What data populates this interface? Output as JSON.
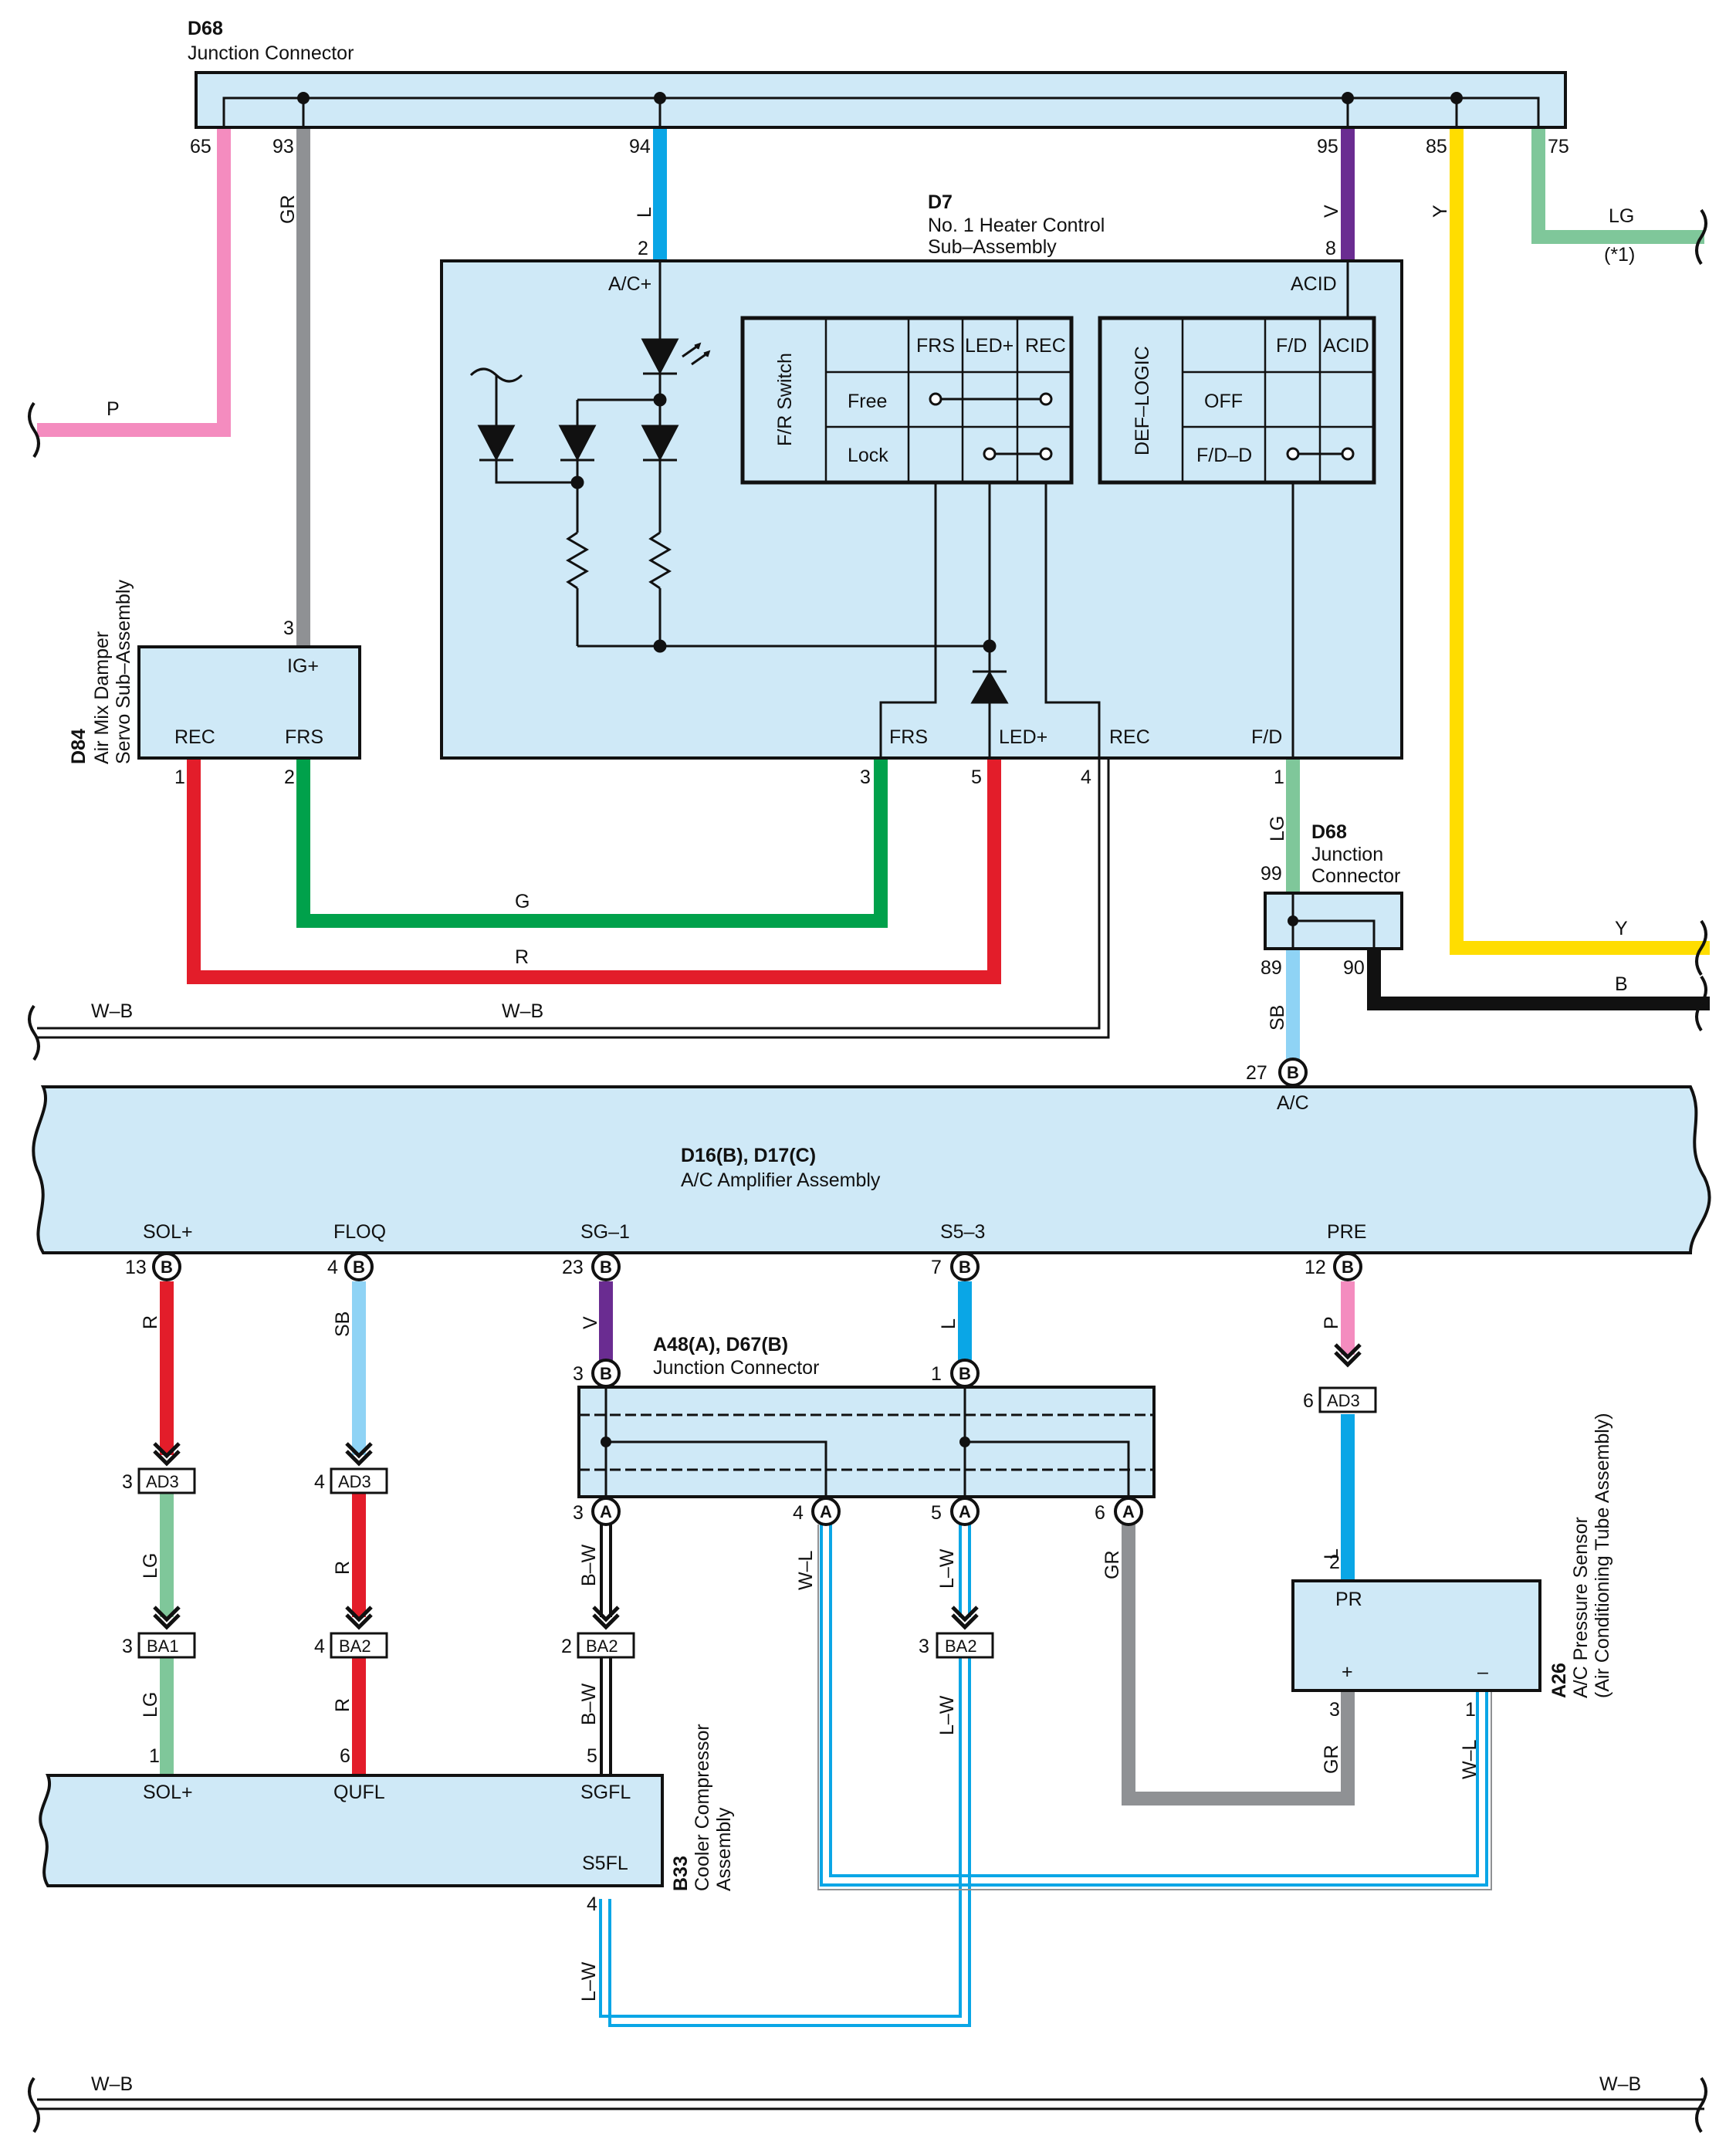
{
  "connectors": {
    "d68_top": {
      "code": "D68",
      "name": "Junction Connector"
    },
    "d7": {
      "code": "D7",
      "name_line1": "No.  1 Heater Control",
      "name_line2": "Sub–Assembly"
    },
    "d84": {
      "code": "D84",
      "name_line1": "Air Mix Damper",
      "name_line2": "Servo Sub–Assembly"
    },
    "d68_mid": {
      "code": "D68",
      "name_line1": "Junction",
      "name_line2": "Connector"
    },
    "amp": {
      "code": "D16(B), D17(C)",
      "name": "A/C Amplifier Assembly"
    },
    "a48": {
      "code": "A48(A), D67(B)",
      "name": "Junction Connector"
    },
    "a26": {
      "code": "A26",
      "name_line1": "A/C Pressure Sensor",
      "name_line2": "(Air Conditioning Tube Assembly)"
    },
    "b33": {
      "code": "B33",
      "name_line1": "Cooler Compressor",
      "name_line2": "Assembly"
    }
  },
  "pins": {
    "d68_65": "65",
    "d68_93": "93",
    "d68_94": "94",
    "d68_95": "95",
    "d68_85": "85",
    "d68_75": "75",
    "d7_2": "2",
    "d7_8": "8",
    "d7_3": "3",
    "d7_5": "5",
    "d7_4": "4",
    "d7_1": "1",
    "d84_3": "3",
    "d84_1": "1",
    "d84_2": "2",
    "d68m_99": "99",
    "d68m_89": "89",
    "d68m_90": "90",
    "amp_27": "27",
    "amp_13": "13",
    "amp_4": "4",
    "amp_23": "23",
    "amp_7": "7",
    "amp_12": "12",
    "a48_b3": "3",
    "a48_b1": "1",
    "a48_a3": "3",
    "a48_a4": "4",
    "a48_a5": "5",
    "a48_a6": "6",
    "ad3_sol": "3",
    "ad3_floq": "4",
    "ad3_pre": "6",
    "ba1_sol": "3",
    "ba2_qufl": "4",
    "ba2_sgfl": "2",
    "ba2_s5": "3",
    "b33_1": "1",
    "b33_6": "6",
    "b33_5": "5",
    "b33_4": "4",
    "a26_2": "2",
    "a26_3": "3",
    "a26_1": "1"
  },
  "terminals": {
    "d7_ac": "A/C+",
    "d7_acid": "ACID",
    "d7_frs": "FRS",
    "d7_led": "LED+",
    "d7_rec": "REC",
    "d7_fd": "F/D",
    "d84_ig": "IG+",
    "d84_rec": "REC",
    "d84_frs": "FRS",
    "amp_ac": "A/C",
    "amp_sol": "SOL+",
    "amp_floq": "FLOQ",
    "amp_sg1": "SG–1",
    "amp_s53": "S5–3",
    "amp_pre": "PRE",
    "a26_pr": "PR",
    "a26_plus": "+",
    "a26_minus": "–",
    "b33_sol": "SOL+",
    "b33_qufl": "QUFL",
    "b33_sgfl": "SGFL",
    "b33_s5fl": "S5FL"
  },
  "sublabels": {
    "b": "B",
    "a": "A"
  },
  "wire_colors": {
    "p": "P",
    "gr": "GR",
    "l": "L",
    "v": "V",
    "y": "Y",
    "lg": "LG",
    "lg_note": "(*1)",
    "g": "G",
    "r": "R",
    "wb": "W–B",
    "sb": "SB",
    "b": "B",
    "bw": "B–W",
    "wl": "W–L",
    "lw": "L–W"
  },
  "inline": {
    "ad3": "AD3",
    "ba1": "BA1",
    "ba2": "BA2"
  },
  "switch_table": {
    "title": "F/R Switch",
    "headers": [
      "FRS",
      "LED+",
      "REC"
    ],
    "rows": [
      "Free",
      "Lock"
    ]
  },
  "def_table": {
    "title": "DEF–LOGIC",
    "headers": [
      "F/D",
      "ACID"
    ],
    "rows": [
      "OFF",
      "F/D–D"
    ]
  },
  "colors": {
    "pink": "#f48cbf",
    "gray": "#8f9194",
    "blue": "#0aa6e6",
    "violet": "#6a2c91",
    "yellow": "#ffdd00",
    "lightgreen": "#7fc79a",
    "green": "#00a14b",
    "red": "#e31d2a",
    "skyblue": "#8fd3f5",
    "black": "#111111",
    "boxfill": "#cfe9f7"
  }
}
